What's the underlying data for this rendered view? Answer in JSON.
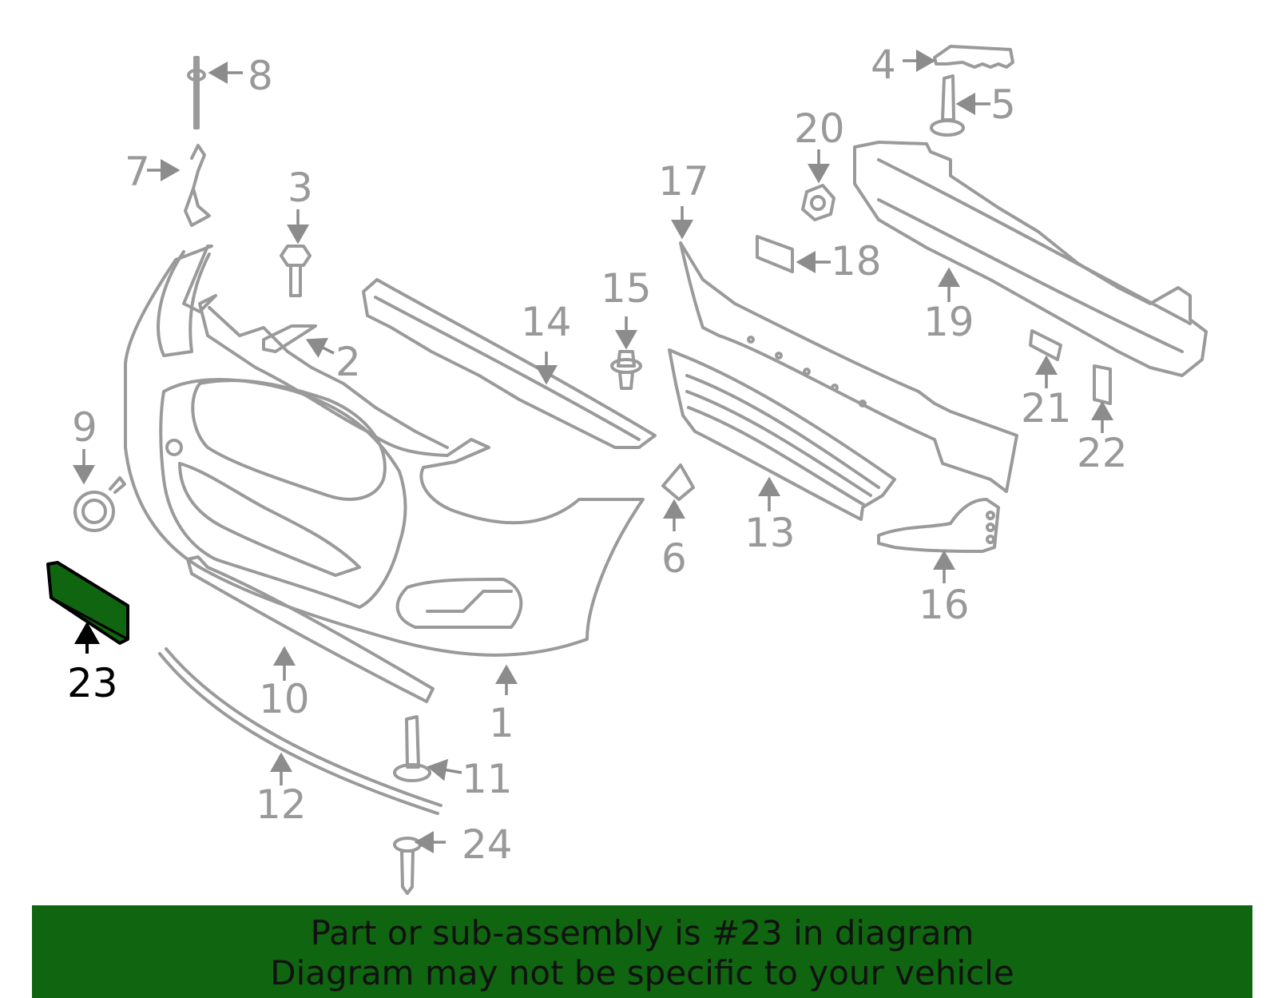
{
  "diagram": {
    "highlight_color": "#106510",
    "line_color": "#9a9a9a",
    "highlighted_part": "23",
    "callouts": [
      "1",
      "2",
      "3",
      "4",
      "5",
      "6",
      "7",
      "8",
      "9",
      "10",
      "11",
      "12",
      "13",
      "14",
      "15",
      "16",
      "17",
      "18",
      "19",
      "20",
      "21",
      "22",
      "23",
      "24"
    ]
  },
  "banner": {
    "line1": "Part or sub-assembly is #23 in diagram",
    "line2": "Diagram may not be specific to your vehicle"
  }
}
